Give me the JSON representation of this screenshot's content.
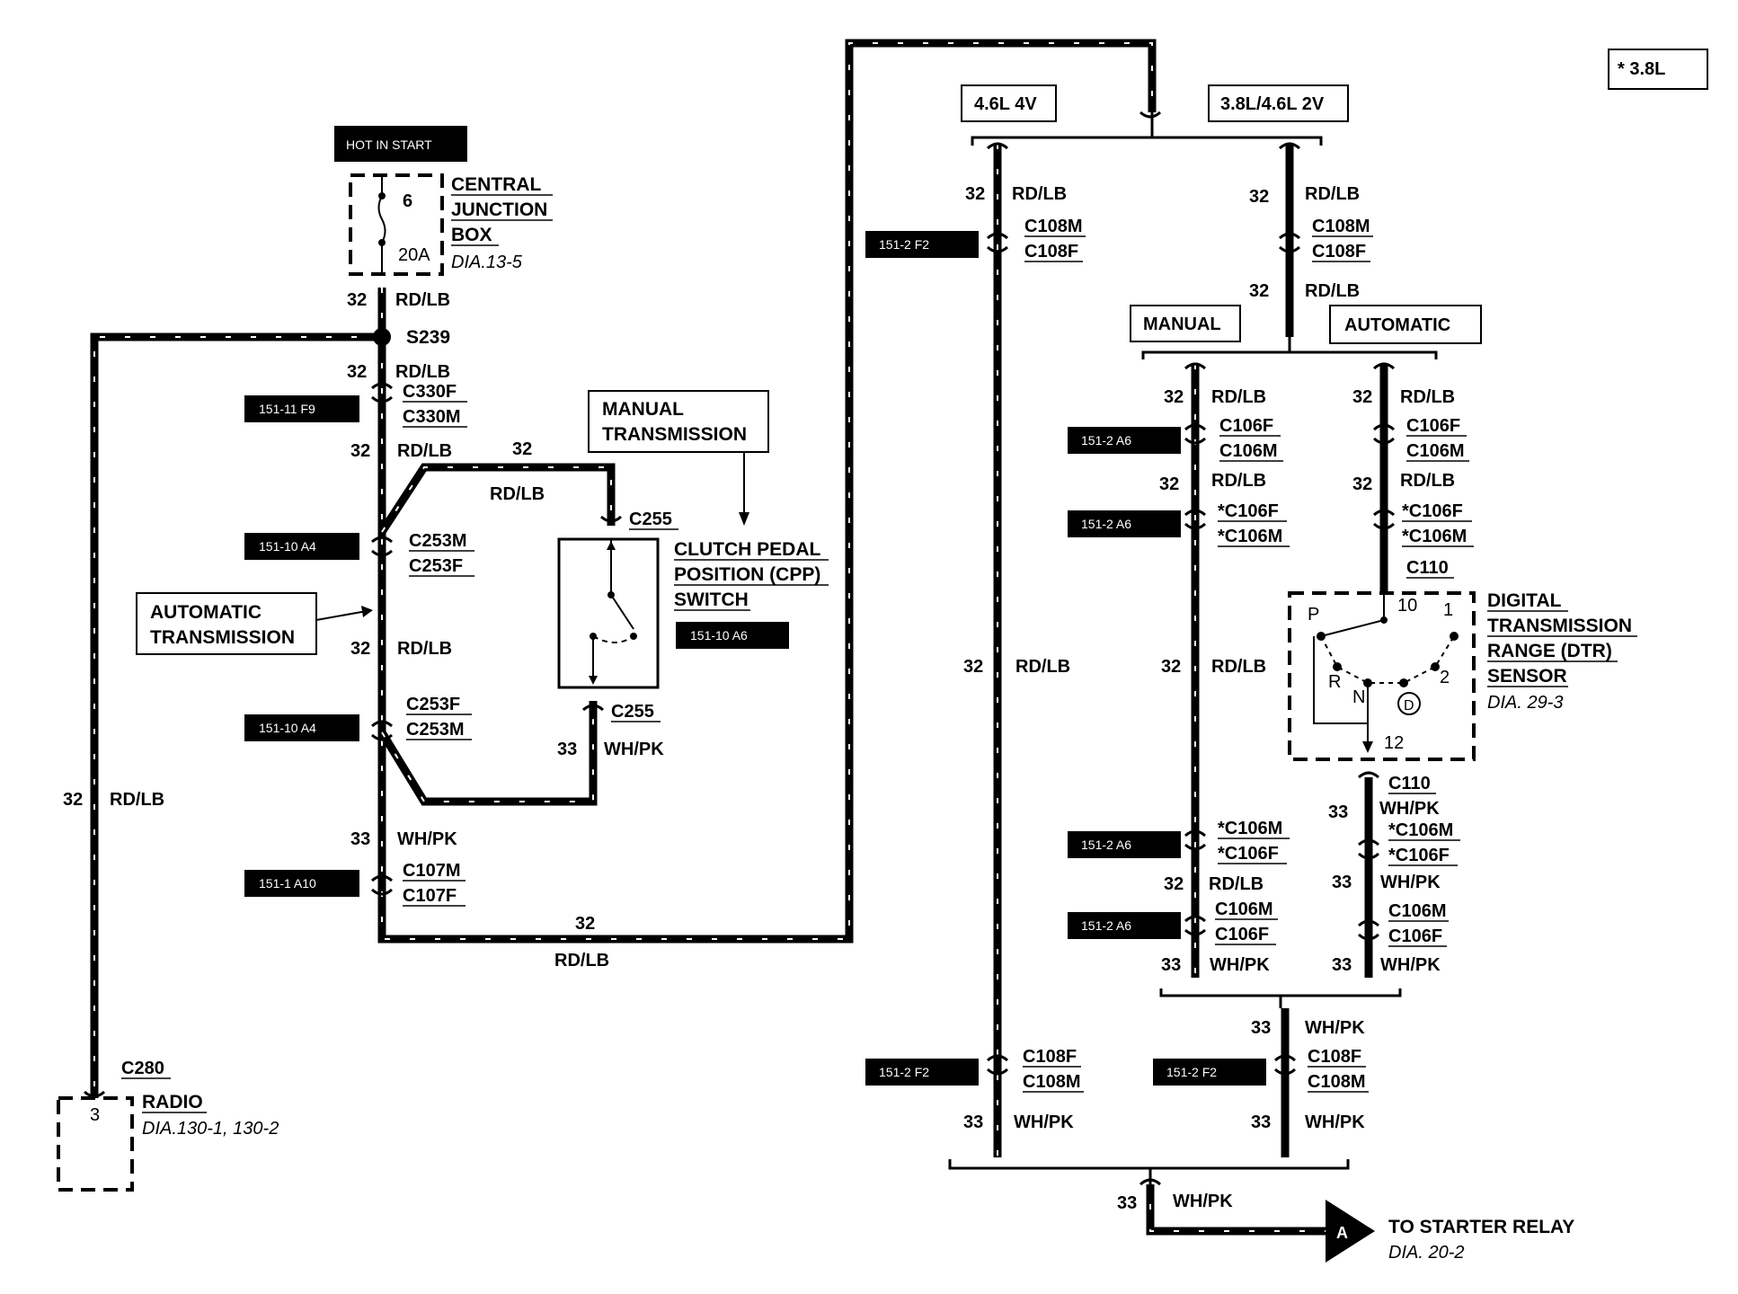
{
  "header": {
    "engine_note": "* 3.8L",
    "hot_in_start": "HOT IN START"
  },
  "fuse": {
    "number": "6",
    "rating": "20A",
    "name_line1": "CENTRAL",
    "name_line2": "JUNCTION",
    "name_line3": "BOX",
    "ref": "DIA.13-5"
  },
  "left_circuit": {
    "w32_a": "32",
    "rdlb_a": "RD/LB",
    "splice": "S239",
    "w32_b": "32",
    "rdlb_b": "RD/LB",
    "c330f": "C330F",
    "c330m": "C330M",
    "w32_c": "32",
    "rdlb_c": "RD/LB",
    "w32_d": "32",
    "rdlb_d": "RD/LB",
    "c255_top": "C255",
    "c253m_top": "C253M",
    "c253f_top": "C253F",
    "w32_e": "32",
    "rdlb_e": "RD/LB",
    "c253f_bot": "C253F",
    "c253m_bot": "C253M",
    "c255_bot": "C255",
    "w33_a": "33",
    "whpk_a": "WH/PK",
    "w33_b": "33",
    "whpk_b": "WH/PK",
    "c107m": "C107M",
    "c107f": "C107F",
    "w32_f": "32",
    "rdlb_f": "RD/LB",
    "w32_radio": "32",
    "rdlb_radio": "RD/LB"
  },
  "tags": {
    "t_151_11_f9": "151-11 F9",
    "t_151_10_a4_top": "151-10 A4",
    "t_151_10_a4_bot": "151-10 A4",
    "t_151_1_a10": "151-1 A10",
    "t_151_10_a6": "151-10 A6",
    "t_151_2_f2_top": "151-2 F2",
    "t_151_2_f2_bot_left": "151-2 F2",
    "t_151_2_f2_bot_right": "151-2 F2",
    "t_151_2_a6_1": "151-2 A6",
    "t_151_2_a6_2": "151-2 A6",
    "t_151_2_a6_3": "151-2 A6",
    "t_151_2_a6_4": "151-2 A6"
  },
  "manual_box": {
    "line1": "MANUAL",
    "line2": "TRANSMISSION"
  },
  "automatic_box": {
    "line1": "AUTOMATIC",
    "line2": "TRANSMISSION"
  },
  "cpp": {
    "line1": "CLUTCH PEDAL",
    "line2": "POSITION (CPP)",
    "line3": "SWITCH"
  },
  "radio": {
    "connector": "C280",
    "pin": "3",
    "name": "RADIO",
    "ref": "DIA.130-1, 130-2"
  },
  "engine_boxes": {
    "v8_4v": "4.6L 4V",
    "v6_2v": "3.8L/4.6L 2V"
  },
  "trans_boxes": {
    "manual": "MANUAL",
    "automatic": "AUTOMATIC"
  },
  "right_circuit": {
    "a_w32": "32",
    "a_rdlb": "RD/LB",
    "a_c108m": "C108M",
    "a_c108f": "C108F",
    "a_w32_mid": "32",
    "a_rdlb_mid": "RD/LB",
    "a_c108f_bot": "C108F",
    "a_c108m_bot": "C108M",
    "a_w33": "33",
    "a_whpk": "WH/PK",
    "b_w32": "32",
    "b_rdlb": "RD/LB",
    "b_c108m": "C108M",
    "b_c108f": "C108F",
    "b_w32_2": "32",
    "b_rdlb_2": "RD/LB",
    "b_w33_top": "33",
    "b_whpk_top": "WH/PK",
    "b_c108f_bot": "C108F",
    "b_c108m_bot": "C108M",
    "b_w33": "33",
    "b_whpk": "WH/PK",
    "m_w32_1": "32",
    "m_rdlb_1": "RD/LB",
    "m_c106f_1": "C106F",
    "m_c106m_1": "C106M",
    "m_w32_2": "32",
    "m_rdlb_2": "RD/LB",
    "m_c106f_2": "*C106F",
    "m_c106m_2": "*C106M",
    "m_w32_3": "32",
    "m_rdlb_3": "RD/LB",
    "m_c106m_3": "*C106M",
    "m_c106f_3": "*C106F",
    "m_w32_4": "32",
    "m_rdlb_4": "RD/LB",
    "m_c106m_4": "C106M",
    "m_c106f_4": "C106F",
    "m_w33": "33",
    "m_whpk": "WH/PK",
    "t_w32_1": "32",
    "t_rdlb_1": "RD/LB",
    "t_c106f_1": "C106F",
    "t_c106m_1": "C106M",
    "t_w32_2": "32",
    "t_rdlb_2": "RD/LB",
    "t_c106f_2": "*C106F",
    "t_c106m_2": "*C106M",
    "t_c110_top": "C110",
    "t_c110_bot": "C110",
    "t_whpk_1": "WH/PK",
    "t_w33_1": "33",
    "t_c106m_3": "*C106M",
    "t_c106f_3": "*C106F",
    "t_w33_2": "33",
    "t_whpk_2": "WH/PK",
    "t_c106m_4": "C106M",
    "t_c106f_4": "C106F",
    "t_w33_3": "33",
    "t_whpk_3": "WH/PK",
    "out_w33": "33",
    "out_whpk": "WH/PK"
  },
  "dtr": {
    "line1": "DIGITAL",
    "line2": "TRANSMISSION",
    "line3": "RANGE (DTR)",
    "line4": "SENSOR",
    "ref": "DIA. 29-3",
    "pin_top": "10",
    "pin_bottom": "12",
    "pos_p": "P",
    "pos_r": "R",
    "pos_n": "N",
    "pos_d": "D",
    "pos_2": "2",
    "pos_1": "1"
  },
  "starter": {
    "connector_letter": "A",
    "label": "TO STARTER RELAY",
    "ref": "DIA. 20-2"
  }
}
